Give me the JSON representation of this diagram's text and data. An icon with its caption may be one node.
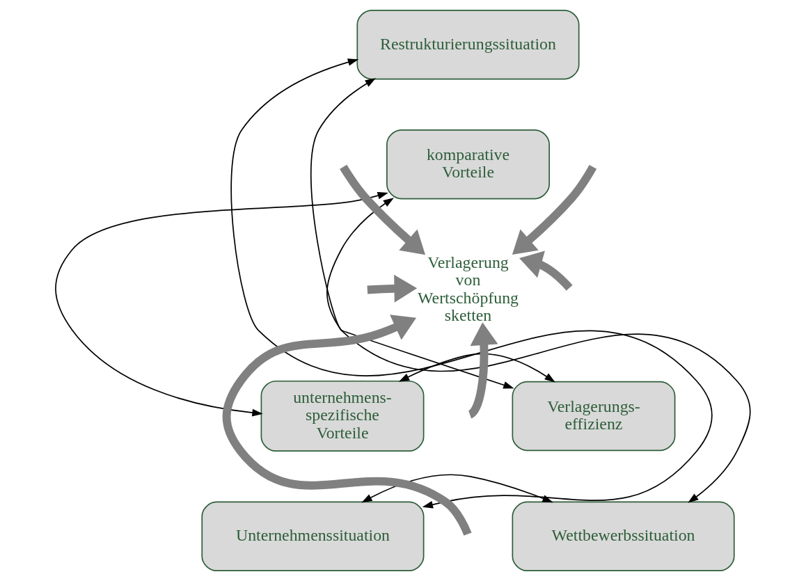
{
  "diagram": {
    "nodes": [
      {
        "text": [
          "Restrukturierungssituation"
        ]
      },
      {
        "text": [
          "komparative Vorteile"
        ]
      },
      {
        "text": [
          "Verlagerung von Wertschöpfung sketten"
        ]
      },
      {
        "text": [
          "unternehmens- spezifische Vorteile"
        ]
      },
      {
        "text": [
          "Verlagerungs- effizienz"
        ]
      },
      {
        "text": [
          "Unternehmenssituation"
        ]
      },
      {
        "text": [
          "Wettbewerbssituation"
        ]
      }
    ],
    "edges": [
      {
        "from": 0,
        "to": 5,
        "arrow": "both"
      },
      {
        "from": 0,
        "to": 6,
        "arrow": "both"
      },
      {
        "from": 5,
        "to": 6,
        "arrow": "both"
      },
      {
        "from": 1,
        "to": 3,
        "arrow": "both"
      },
      {
        "from": 1,
        "to": 4,
        "arrow": "both"
      },
      {
        "from": 3,
        "to": 4,
        "arrow": "both"
      },
      {
        "from": null,
        "to": 2,
        "arrow": "to",
        "style": "thick",
        "color": "#808080"
      },
      {
        "from": null,
        "to": 2,
        "arrow": "to",
        "style": "thick",
        "color": "#808080"
      },
      {
        "from": null,
        "to": 2,
        "arrow": "to",
        "style": "thick",
        "color": "#808080"
      },
      {
        "from": null,
        "to": 2,
        "arrow": "to",
        "style": "thick",
        "color": "#808080"
      },
      {
        "from": null,
        "to": 2,
        "arrow": "to",
        "style": "thick",
        "color": "#808080"
      },
      {
        "from": null,
        "to": 2,
        "arrow": "to",
        "style": "thick",
        "color": "#808080"
      }
    ]
  }
}
